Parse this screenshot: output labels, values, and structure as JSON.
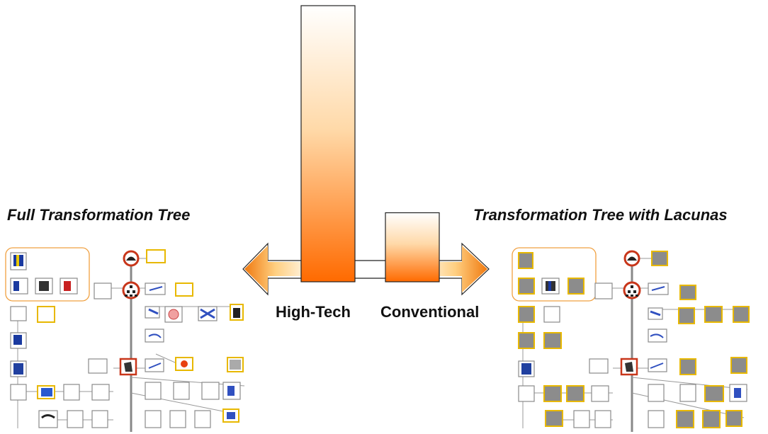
{
  "titles": {
    "left": "Full Transformation Tree",
    "right": "Transformation Tree with Lacunas"
  },
  "axis": {
    "left_label": "High-Tech",
    "right_label": "Conventional"
  },
  "chart_data": {
    "type": "bar",
    "categories": [
      "High-Tech",
      "Conventional"
    ],
    "values": [
      100,
      25
    ]
  },
  "colors": {
    "gradient_top": "#ffffff",
    "gradient_bottom": "#ff6a00",
    "arrow_outer": "#f07a10",
    "node_border": "#8a8a8a",
    "highlight_border": "#e8b800",
    "hub_ring": "#c8361a",
    "lacuna_fill": "#8c8c8c"
  },
  "tree_icons": [
    "surface-scan-icon",
    "dome-icon",
    "hierarchy-hub-icon",
    "cube-icon",
    "cylinder-icon"
  ]
}
